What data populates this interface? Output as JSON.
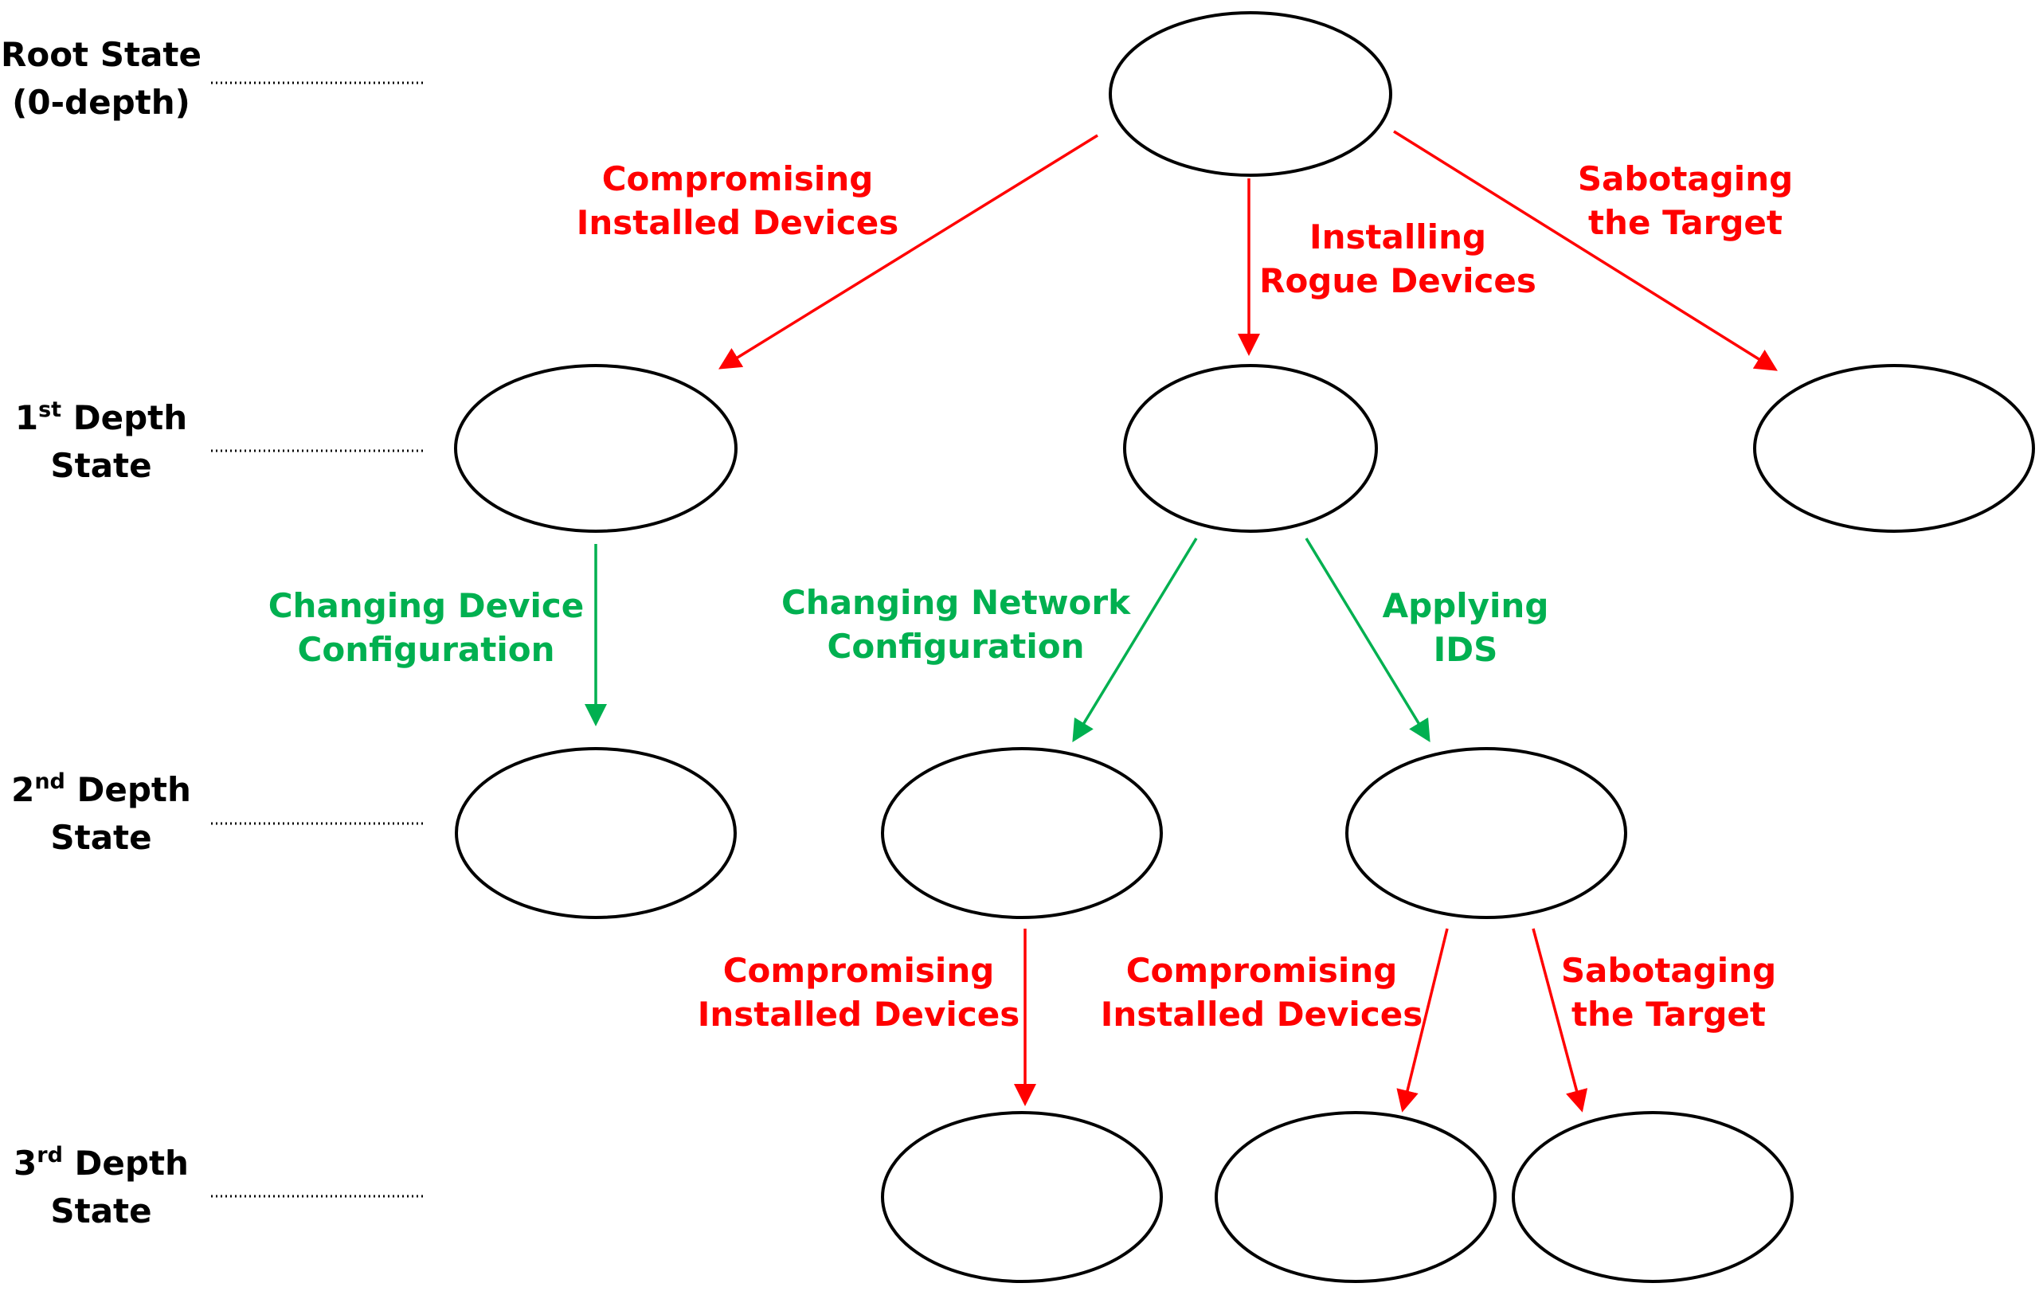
{
  "colors": {
    "attack": "#ff0000",
    "defense": "#00b050",
    "node_stroke": "#000000",
    "text": "#000000"
  },
  "depth_labels": {
    "root": {
      "line1": "Root State",
      "line2": "(0-depth)"
    },
    "first": {
      "num": "1",
      "sup": "st",
      "word": " Depth",
      "line2": "State"
    },
    "second": {
      "num": "2",
      "sup": "nd",
      "word": " Depth",
      "line2": "State"
    },
    "third": {
      "num": "3",
      "sup": "rd",
      "word": " Depth",
      "line2": "State"
    }
  },
  "edges": {
    "root_to_left": {
      "line1": "Compromising",
      "line2": "Installed Devices"
    },
    "root_to_mid": {
      "line1": "Installing",
      "line2": "Rogue Devices"
    },
    "root_to_right": {
      "line1": "Sabotaging",
      "line2": "the Target"
    },
    "left_to_left2": {
      "line1": "Changing Device",
      "line2": "Configuration"
    },
    "mid_to_mid2": {
      "line1": "Changing Network",
      "line2": "Configuration"
    },
    "mid_to_right2": {
      "line1": "Applying",
      "line2": "IDS"
    },
    "mid2_to_a3": {
      "line1": "Compromising",
      "line2": "Installed Devices"
    },
    "right2_to_b3": {
      "line1": "Compromising",
      "line2": "Installed Devices"
    },
    "right2_to_c3": {
      "line1": "Sabotaging",
      "line2": "the Target"
    }
  }
}
